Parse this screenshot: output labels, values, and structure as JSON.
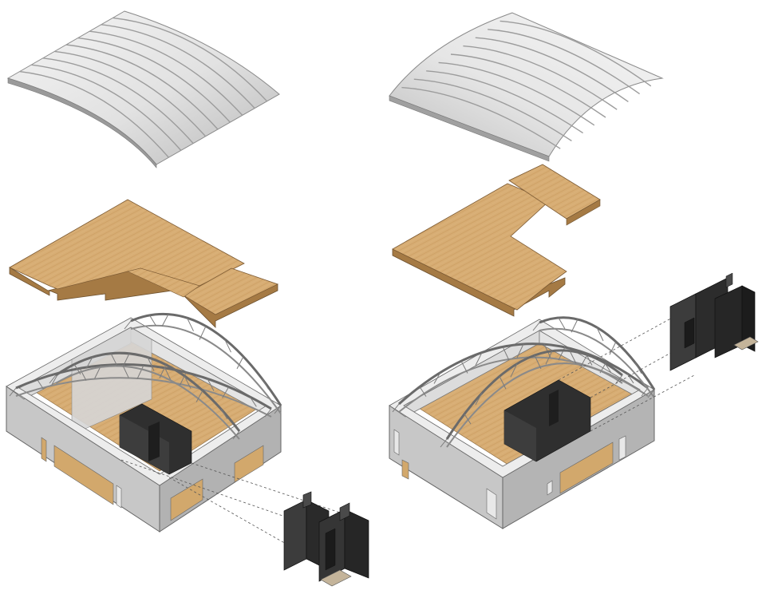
{
  "diagram": {
    "type": "exploded-axonometric",
    "views": [
      {
        "id": "view-left",
        "parts": [
          "curved-metal-roof",
          "wooden-floor-plate",
          "box-volume-with-arched-trusses",
          "dark-insert-module"
        ]
      },
      {
        "id": "view-right",
        "parts": [
          "curved-metal-roof",
          "wooden-floor-plate",
          "box-volume-with-arched-trusses",
          "dark-insert-module"
        ]
      }
    ],
    "colors": {
      "roof_light": "#f2f2f2",
      "roof_shade": "#bdbdbd",
      "roof_edge": "#8f8f8f",
      "wood_top": "#d7ad74",
      "wood_side": "#a57a44",
      "wall_outer": "#c9c9c9",
      "wall_inner": "#dedede",
      "wall_top": "#ececec",
      "truss": "#e9e9e9",
      "module_dark": "#3a3a3a",
      "module_darker": "#242424",
      "window_wood": "#d2a86c",
      "outline": "#5a5a5a"
    }
  }
}
